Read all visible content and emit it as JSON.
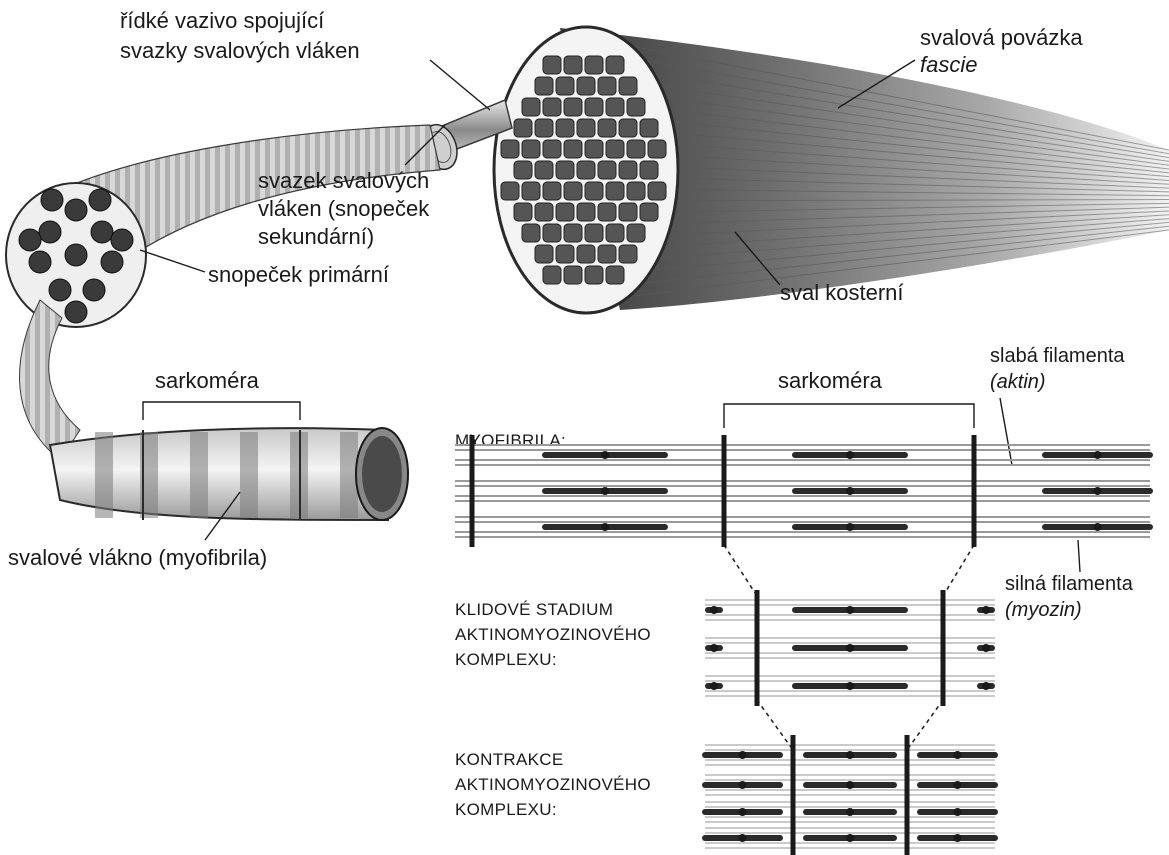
{
  "labels": {
    "loose_tissue": [
      "řídké vazivo spojující",
      "svazky svalových vláken"
    ],
    "fascia": "svalová povázka",
    "fascia_latin": "fascie",
    "bundle": [
      "svazek svalových",
      "vláken (snopeček",
      "sekundární)"
    ],
    "primary_bundle": "snopeček primární",
    "skeletal_muscle": "sval kosterní",
    "sarcomere_left": "sarkoméra",
    "fiber": "svalové vlákno (myofibrila)",
    "sarcomere_right": "sarkoméra",
    "thin_filaments": "slabá filamenta",
    "thin_filaments_latin": "(aktin)",
    "thick_filaments": "silná filamenta",
    "thick_filaments_latin": "(myozin)",
    "myofibril": "MYOFIBRILA:",
    "resting": [
      "KLIDOVÉ STADIUM",
      "AKTINOMYOZINOVÉHO",
      "KOMPLEXU:"
    ],
    "contraction": [
      "KONTRAKCE",
      "AKTINOMYOZINOVÉHO",
      "KOMPLEXU:"
    ]
  },
  "colors": {
    "ink": "#1a1a1a",
    "muscle_dark": "#3a3a3a",
    "muscle_mid": "#8a8a8a",
    "muscle_light": "#d8d8d8",
    "filament_thin": "#9a9a9a"
  }
}
